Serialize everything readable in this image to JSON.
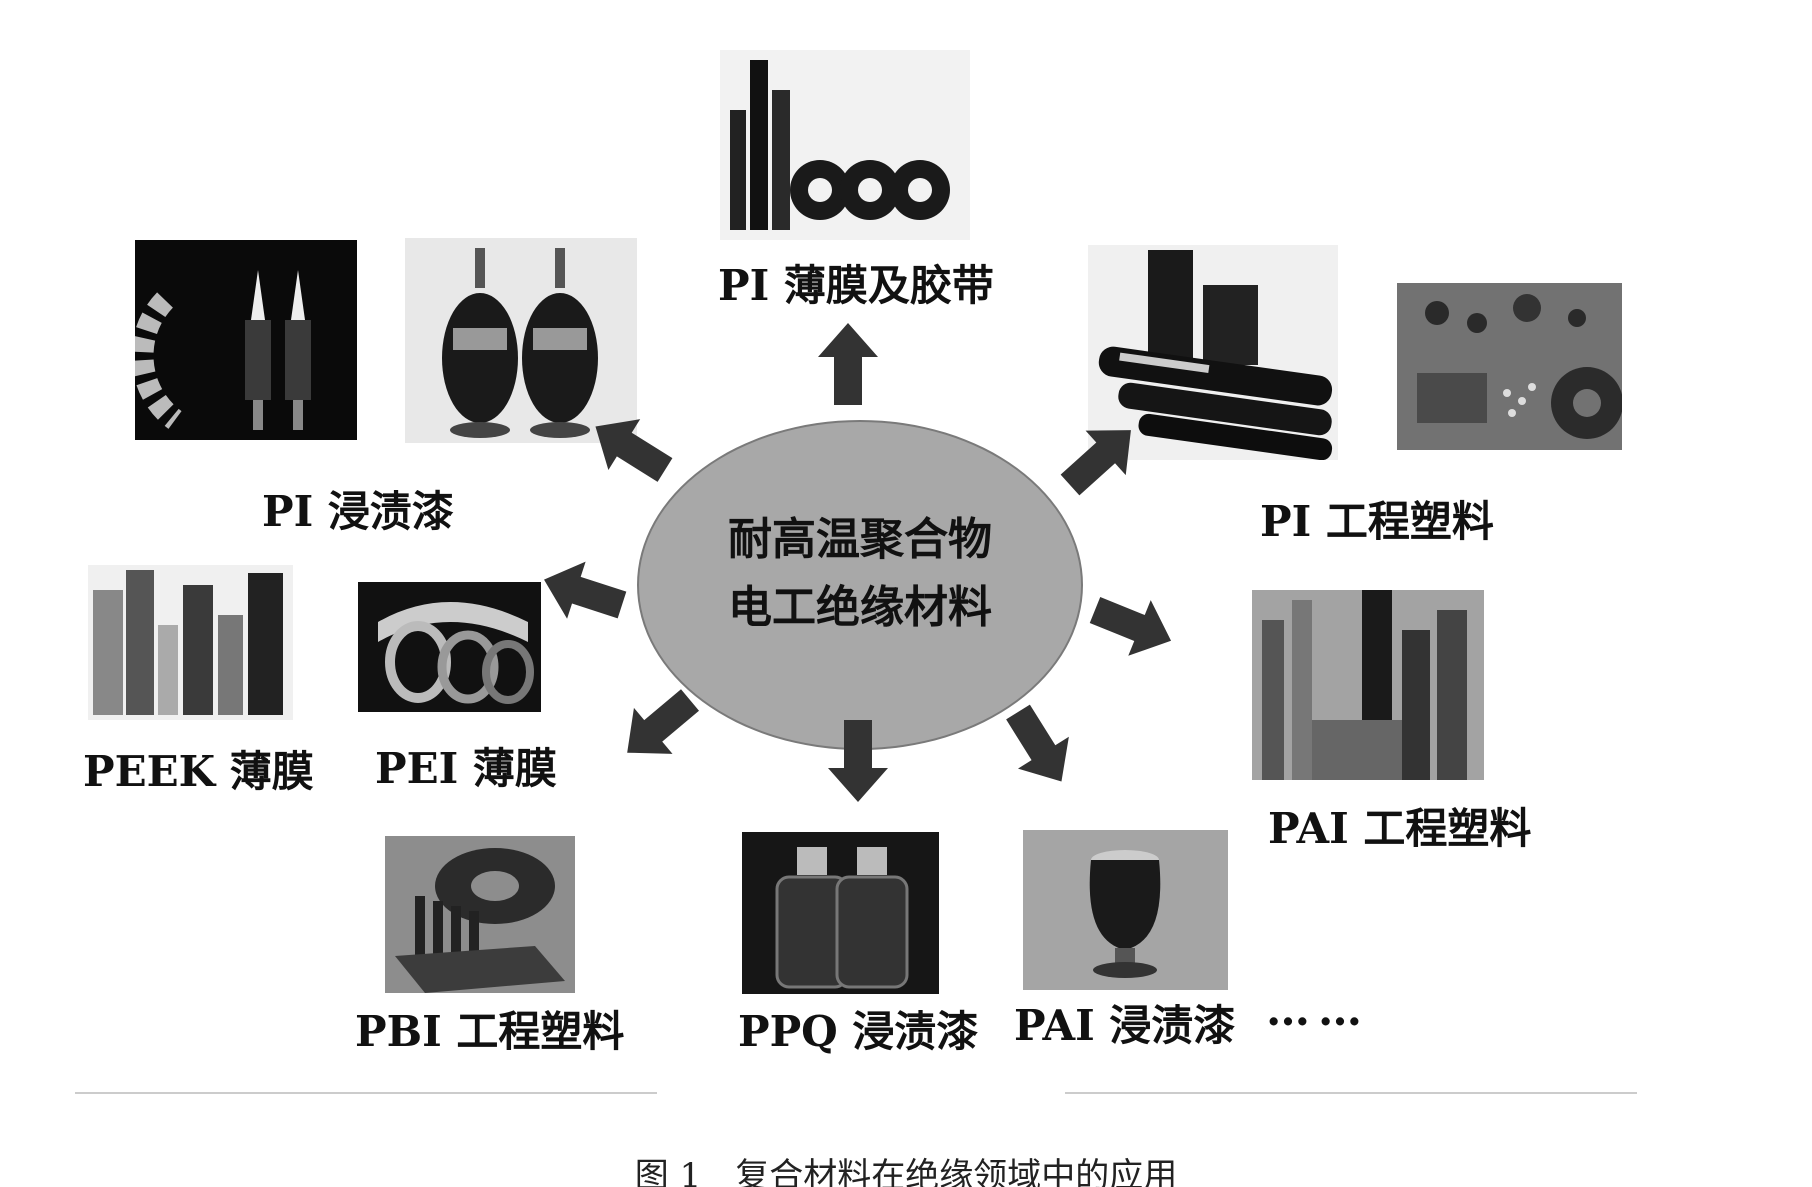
{
  "center": {
    "line1": "耐高温聚合物",
    "line2": "电工绝缘材料"
  },
  "labels": {
    "pi_film_tape": "PI 薄膜及胶带",
    "pi_varnish": "PI 浸渍漆",
    "pi_plastic": "PI 工程塑料",
    "peek_film": "PEEK 薄膜",
    "pei_film": "PEI 薄膜",
    "pai_plastic": "PAI 工程塑料",
    "pbi_plastic": "PBI 工程塑料",
    "ppq_varnish": "PPQ 浸渍漆",
    "pai_varnish": "PAI 浸渍漆",
    "ellipsis": "……"
  },
  "caption": {
    "figure_no": "图 1",
    "title": "复合材料在绝缘领域中的应用"
  },
  "colors": {
    "ellipse_fill": "#a8a8a8",
    "arrow_fill": "#333333"
  }
}
